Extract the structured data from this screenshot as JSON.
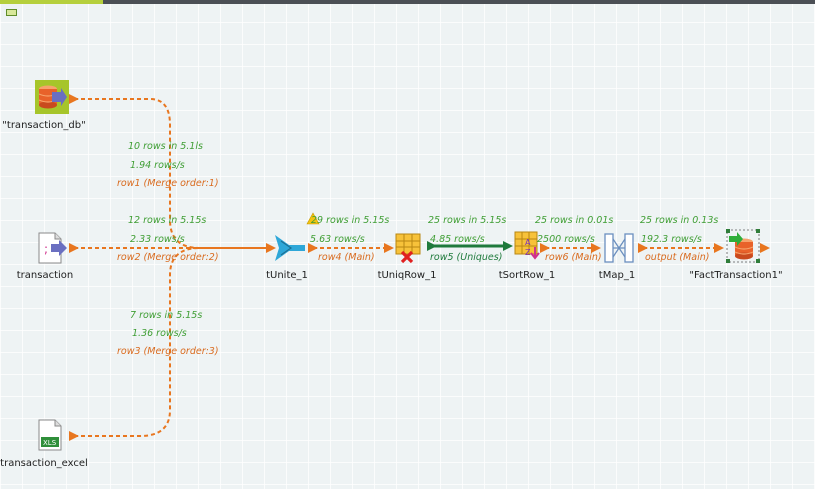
{
  "components": {
    "transaction_db": {
      "label": "\"transaction_db\"",
      "icon": "database-input-icon"
    },
    "transaction": {
      "label": "transaction",
      "icon": "delimited-file-icon"
    },
    "transaction_excel": {
      "label": "transaction_excel",
      "icon": "excel-file-icon"
    },
    "tUnite_1": {
      "label": "tUnite_1",
      "icon": "unite-icon"
    },
    "tUniqRow_1": {
      "label": "tUniqRow_1",
      "icon": "uniqrow-icon"
    },
    "tSortRow_1": {
      "label": "tSortRow_1",
      "icon": "sortrow-icon"
    },
    "tMap_1": {
      "label": "tMap_1",
      "icon": "tmap-icon"
    },
    "FactTransaction1": {
      "label": "\"FactTransaction1\"",
      "icon": "database-output-icon"
    }
  },
  "links": {
    "row1": {
      "stat1": "10 rows in 5.1ls",
      "stat2": "1.94 rows/s",
      "name": "row1 (Merge order:1)"
    },
    "row2": {
      "stat1": "12 rows in 5.15s",
      "stat2": "2.33 rows/s",
      "name": "row2 (Merge order:2)"
    },
    "row3": {
      "stat1": "7 rows in 5.15s",
      "stat2": "1.36 rows/s",
      "name": "row3 (Merge order:3)"
    },
    "row4": {
      "stat1": "29 rows in 5.15s",
      "stat2": "5.63 rows/s",
      "name": "row4 (Main)"
    },
    "row5": {
      "stat1": "25 rows in 5.15s",
      "stat2": "4.85 rows/s",
      "name": "row5 (Uniques)"
    },
    "row6": {
      "stat1": "25 rows in 0.01s",
      "stat2": "2500 rows/s",
      "name": "row6 (Main)"
    },
    "output": {
      "stat1": "25 rows in 0.13s",
      "stat2": "192.3 rows/s",
      "name": "output (Main)"
    }
  },
  "colors": {
    "canvas": "#eef3f4",
    "main_link": "#e8761f",
    "uniques_link": "#1f7a3c",
    "stat_text": "#3f9e34",
    "link_label": "#d96b1f"
  }
}
